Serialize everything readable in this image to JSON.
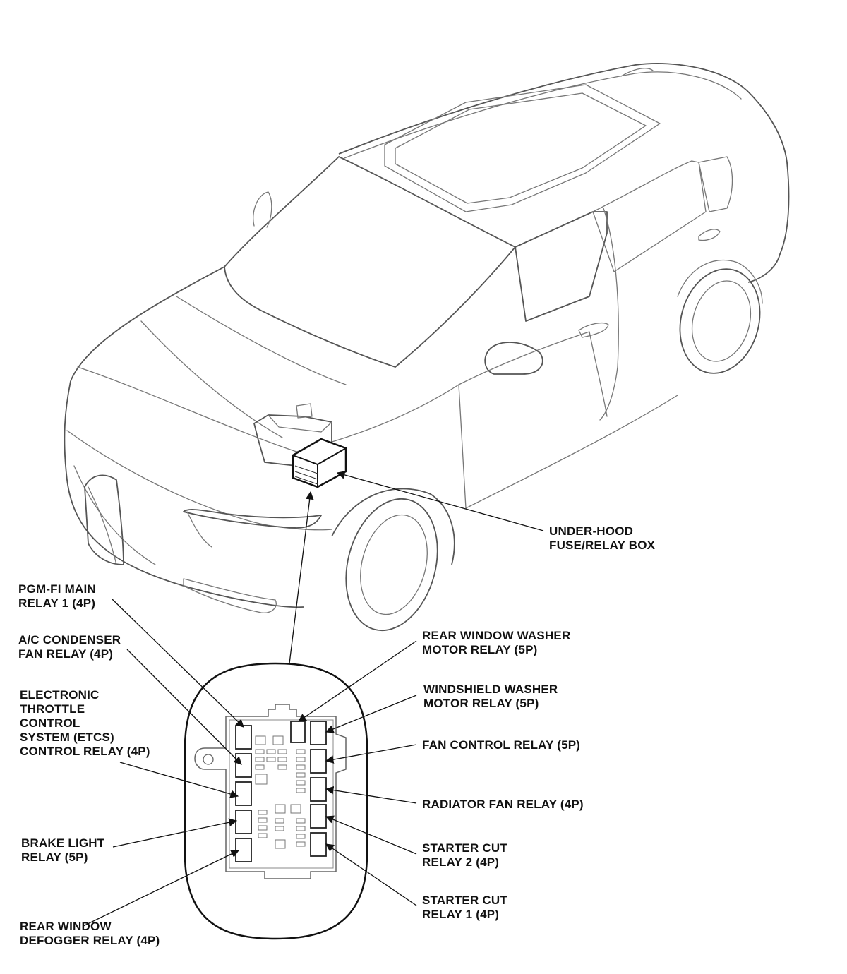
{
  "labels": {
    "under_hood_box": [
      "UNDER-HOOD",
      "FUSE/RELAY BOX"
    ],
    "pgm_fi_main_relay_1": [
      "PGM-FI MAIN",
      "RELAY 1 (4P)"
    ],
    "ac_condenser_fan_relay": [
      "A/C CONDENSER",
      "FAN RELAY (4P)"
    ],
    "etcs_control_relay": [
      "ELECTRONIC",
      "THROTTLE",
      "CONTROL",
      "SYSTEM (ETCS)",
      "CONTROL RELAY (4P)"
    ],
    "brake_light_relay": [
      "BRAKE LIGHT",
      "RELAY (5P)"
    ],
    "rear_window_defogger_relay": [
      "REAR WINDOW",
      "DEFOGGER RELAY (4P)"
    ],
    "rear_window_washer_motor_relay": [
      "REAR WINDOW WASHER",
      "MOTOR RELAY (5P)"
    ],
    "windshield_washer_motor_relay": [
      "WINDSHIELD WASHER",
      "MOTOR RELAY (5P)"
    ],
    "fan_control_relay": [
      "FAN CONTROL RELAY (5P)"
    ],
    "radiator_fan_relay": [
      "RADIATOR FAN RELAY (4P)"
    ],
    "starter_cut_relay_2": [
      "STARTER CUT",
      "RELAY 2 (4P)"
    ],
    "starter_cut_relay_1": [
      "STARTER CUT",
      "RELAY 1 (4P)"
    ]
  },
  "colors": {
    "ink": "#111111",
    "drawing": "#777777",
    "background": "#ffffff"
  }
}
